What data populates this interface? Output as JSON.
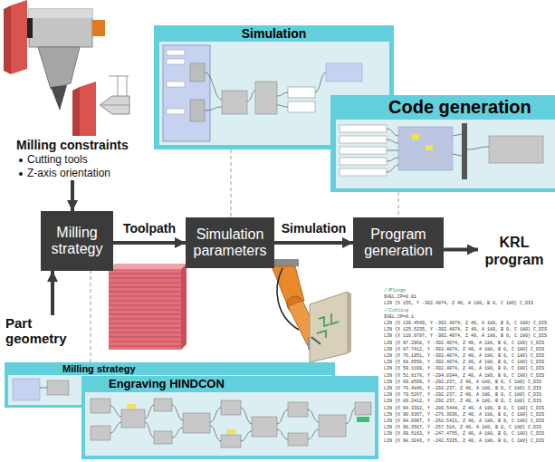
{
  "diagram": {
    "nodes": [
      {
        "text": [
          "Simulation"
        ]
      },
      {
        "text": [
          "Code generation"
        ]
      },
      {
        "text": [
          "Milling constraints",
          "Cutting tools",
          "Z-axis orientation"
        ]
      },
      {
        "text": [
          "Milling strategy"
        ]
      },
      {
        "text": [
          "Simulation parameters"
        ]
      },
      {
        "text": [
          "Program generation"
        ]
      },
      {
        "text": [
          "KRL program"
        ]
      },
      {
        "text": [
          "Part geometry"
        ]
      },
      {
        "text": [
          "Milling strategy"
        ]
      },
      {
        "text": [
          "Engraving HINDCON"
        ]
      }
    ],
    "edges": [
      {
        "from": 2,
        "to": 3,
        "arrow": "to"
      },
      {
        "from": 7,
        "to": 3,
        "arrow": "to"
      },
      {
        "from": 3,
        "to": 4,
        "label": "Toolpath",
        "arrow": "to"
      },
      {
        "from": 4,
        "to": 5,
        "label": "Simulation",
        "arrow": "to"
      },
      {
        "from": 5,
        "to": 6,
        "arrow": "to"
      },
      {
        "from": 0,
        "to": 4,
        "arrow": "none"
      },
      {
        "from": 1,
        "to": 5,
        "arrow": "none"
      },
      {
        "from": 8,
        "to": 3,
        "arrow": "none"
      }
    ],
    "labels": [
      "//Plunge",
      "$VEL.CP=0.01",
      "LIN {X 155, Y -302.4074, Z 40, A 180, B 0, C 180} C_DIS",
      "//Cutting",
      "$VEL.CP=0.1",
      "LIN {X 130.4549, Y -302.4074, Z 40, A 180, B 0, C 180} C_DIS",
      "LIN {X 125.5235, Y -302.4074, Z 40, A 180, B 0, C 180} C_DIS",
      "LIN {X 116.0797, Y -302.4074, Z 40, A 180, B 0, C 180} C_DIS",
      "LIN {X 97.2968, Y -302.4074, Z 40, A 180, B 0, C 180} C_DIS",
      "LIN {X 87.7412, Y -302.4074, Z 40, A 180, B 0, C 180} C_DIS",
      "LIN {X 76.1951, Y -302.4074, Z 40, A 180, B 0, C 180} C_DIS",
      "LIN {X 68.6558, Y -302.4074, Z 40, A 180, B 0, C 180} C_DIS",
      "LIN {X 59.1199, Y -302.4074, Z 40, A 180, B 0, C 180} C_DIS",
      "LIN {X 51.6178, Y -294.0344, Z 40, A 180, B 0, C 180} C_DIS",
      "LIN {X 60.8509, Y -292.237, Z 40, A 180, B 0, C 180} C_DIS",
      "LIN {X 70.4846, Y -292.237, Z 40, A 180, B 0, C 180} C_DIS",
      "LIN {X 79.5267, Y -292.237, Z 40, A 180, B 0, C 180} C_DIS",
      "LIN {X 89.2412, Y -292.237, Z 40, A 180, B 0, C 180} C_DIS",
      "LIN {X 94.3302, Y -289.5444, Z 40, A 180, B 0, C 180} C_DIS",
      "LIN {X 90.6367, Y -276.3036, Z 40, A 180, B 0, C 180} C_DIS",
      "LIN {X 94.0307, Y -262.5421, Z 40, A 180, B 0, C 180} C_DIS",
      "LIN {X 96.3587, Y -257.514, Z 40, A 180, B 0, C 180} C_DIS",
      "LIN {X 99.5163, Y -247.4755, Z 40, A 180, B 0, C 180} C_DIS",
      "LIN {X 98.3243, Y -242.5335, Z 40, A 180, B 0, C 180} C_DIS"
    ]
  }
}
